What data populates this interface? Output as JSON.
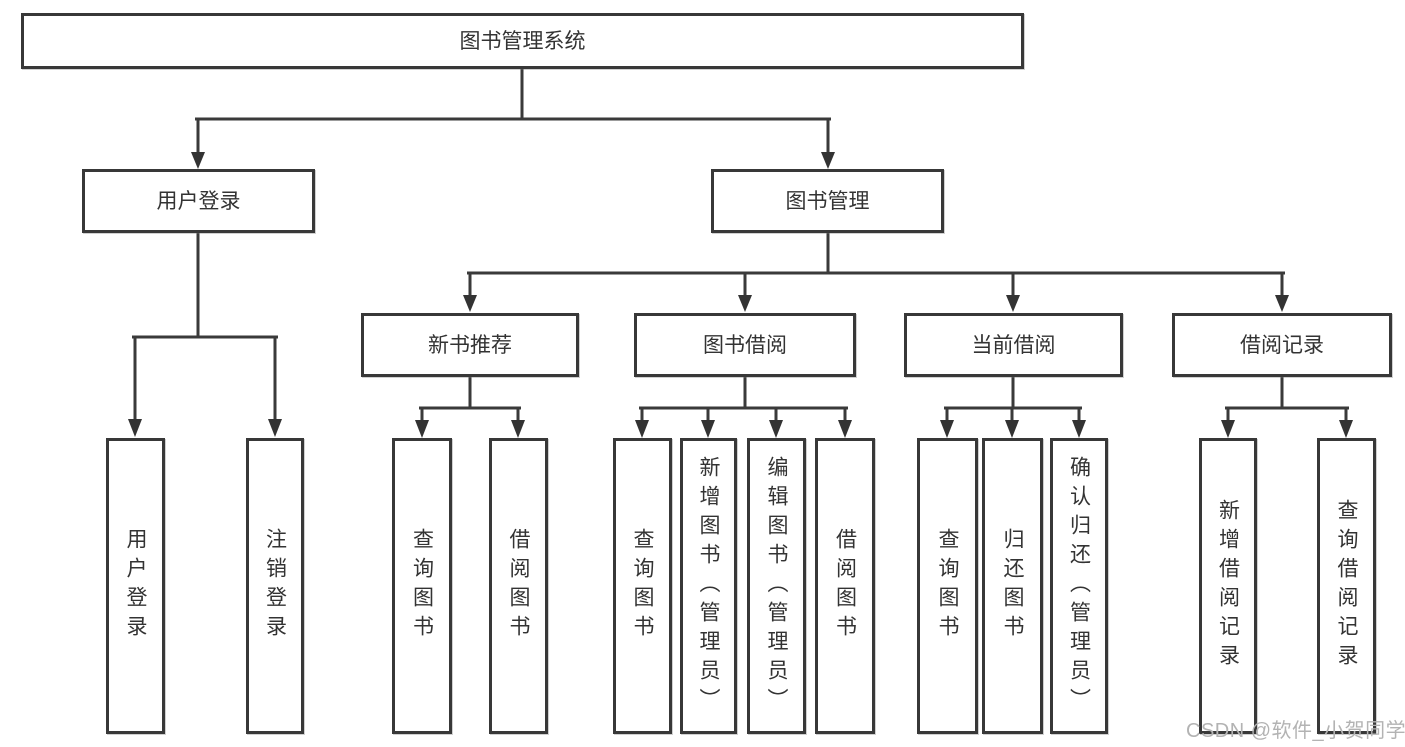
{
  "nodes": {
    "root": {
      "label": "图书管理系统"
    },
    "user_login": {
      "label": "用户登录"
    },
    "book_management": {
      "label": "图书管理"
    },
    "new_book_recommend": {
      "label": "新书推荐"
    },
    "book_borrowing": {
      "label": "图书借阅"
    },
    "current_borrowing": {
      "label": "当前借阅"
    },
    "borrowing_records": {
      "label": "借阅记录"
    },
    "leaves_user_login": [
      {
        "label": "用户登录"
      },
      {
        "label": "注销登录"
      }
    ],
    "leaves_new_book": [
      {
        "label": "查询图书"
      },
      {
        "label": "借阅图书"
      }
    ],
    "leaves_book_borrowing": [
      {
        "label": "查询图书"
      },
      {
        "label": "新增图书（管理员）"
      },
      {
        "label": "编辑图书（管理员）"
      },
      {
        "label": "借阅图书"
      }
    ],
    "leaves_current_borrowing": [
      {
        "label": "查询图书"
      },
      {
        "label": "归还图书"
      },
      {
        "label": "确认归还（管理员）"
      }
    ],
    "leaves_borrowing_records": [
      {
        "label": "新增借阅记录"
      },
      {
        "label": "查询借阅记录"
      }
    ]
  },
  "watermark": "CSDN @软件_小贺同学",
  "colors": {
    "line": "#3a3a3a",
    "text": "#333333",
    "box_fill": "#ffffff",
    "watermark": "#b3b3b3",
    "background": "#ffffff"
  }
}
